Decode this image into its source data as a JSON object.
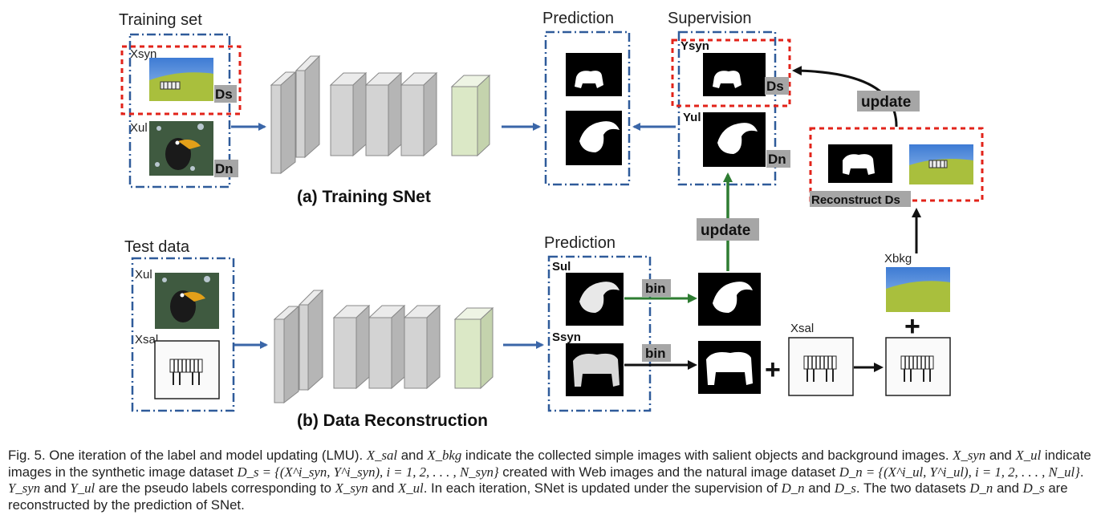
{
  "colors": {
    "blue_frame": "#2f5b9a",
    "red_frame": "#e2231a",
    "blue_arrow": "#3a66a8",
    "green_arrow": "#2e7d32",
    "layer_face": "#d3d3d3",
    "output_layer": "#dbe8c6",
    "tag_bg": "#a6a6a6",
    "sky": "#4a86d8",
    "grass": "#a9bf3d"
  },
  "training": {
    "title": "(a) Training SNet",
    "set_label": "Training set",
    "x_syn": "Xsyn",
    "x_ul": "Xul",
    "ds_tag": "Ds",
    "dn_tag": "Dn",
    "prediction_label": "Prediction",
    "supervision_label": "Supervision",
    "y_syn": "Ysyn",
    "y_ul": "Yul",
    "update_top": "update",
    "reconstruct_label": "Reconstruct Ds"
  },
  "reconstruction": {
    "title": "(b) Data Reconstruction",
    "test_label": "Test data",
    "x_ul": "Xul",
    "x_sal": "Xsal",
    "prediction_label": "Prediction",
    "s_ul": "Sul",
    "s_syn": "Ssyn",
    "bin1": "bin",
    "bin2": "bin",
    "update_mid": "update",
    "x_sal_right": "Xsal",
    "x_bkg": "Xbkg",
    "plus1": "+",
    "plus2": "+"
  },
  "caption": {
    "p1": "Fig. 5. One iteration of the label and model updating (LMU). ",
    "m1": "X_sal",
    "p2": " and ",
    "m2": "X_bkg",
    "p3": " indicate the collected simple images with salient objects and background images. ",
    "m3": "X_syn",
    "p4": " and ",
    "m4": "X_ul",
    "p5": " indicate images in the synthetic image dataset ",
    "m5": "D_s = {(X^i_syn, Y^i_syn), i = 1, 2, . . . , N_syn}",
    "p6": " created with Web images and the natural image dataset ",
    "m6": "D_n = {(X^i_ul, Y^i_ul), i = 1, 2, . . . , N_ul}",
    "p7": ". ",
    "m7": "Y_syn",
    "p8": " and ",
    "m8": "Y_ul",
    "p9": " are the pseudo labels corresponding to ",
    "m9": "X_syn",
    "p10": " and ",
    "m10": "X_ul",
    "p11": ". In each iteration, SNet is updated under the supervision of ",
    "m11": "D_n",
    "p12": " and ",
    "m12": "D_s",
    "p13": ". The two datasets ",
    "m13": "D_n",
    "p14": " and ",
    "m14": "D_s",
    "p15": " are reconstructed by the prediction of SNet."
  }
}
